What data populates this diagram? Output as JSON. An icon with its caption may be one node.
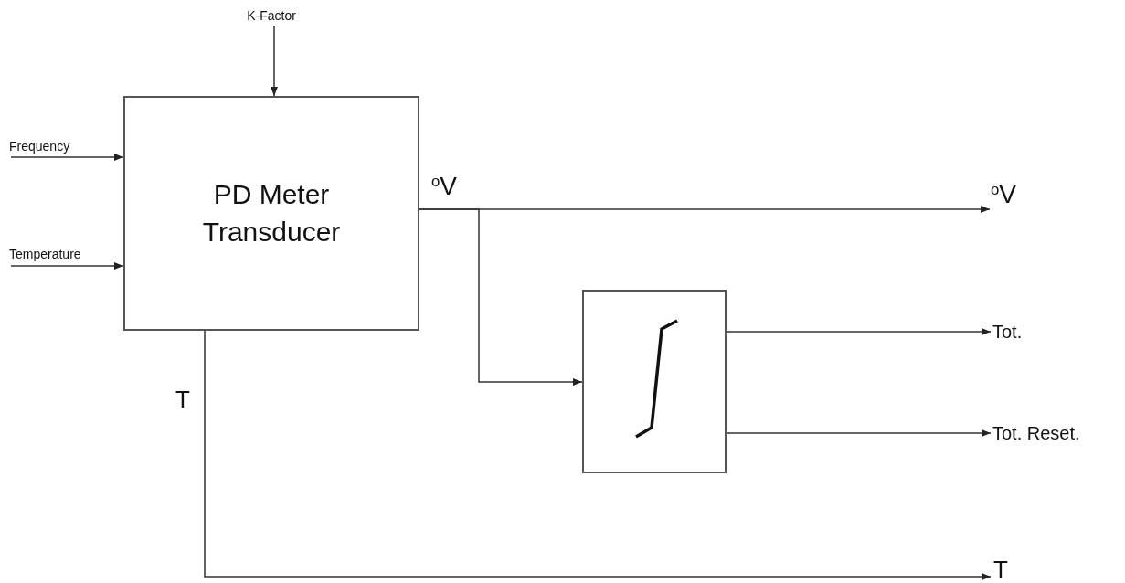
{
  "diagram": {
    "nodes": [
      {
        "text": [
          "K-Factor"
        ]
      },
      {
        "text": [
          "Frequency"
        ]
      },
      {
        "text": [
          "Temperature"
        ]
      },
      {
        "text": [
          "PD Meter Transducer"
        ]
      },
      {
        "text": [],
        "shape": "box"
      },
      {
        "text": [
          "$^{o}$V"
        ]
      },
      {
        "text": [
          "Tot."
        ]
      },
      {
        "text": [
          "Tot. Reset."
        ]
      },
      {
        "text": [
          "T"
        ]
      }
    ],
    "edges": [
      {
        "from": 0,
        "to": 3,
        "arrow": "to"
      },
      {
        "from": 1,
        "to": 3,
        "arrow": "to"
      },
      {
        "from": 2,
        "to": 3,
        "arrow": "to"
      },
      {
        "from": 3,
        "to": 5,
        "arrow": "to",
        "label": "$^{o}$V"
      },
      {
        "from": 3,
        "to": 4,
        "arrow": "to"
      },
      {
        "from": 4,
        "to": 6,
        "arrow": "to"
      },
      {
        "from": 4,
        "to": 7,
        "arrow": "to"
      },
      {
        "from": 3,
        "to": 8,
        "arrow": "to",
        "label": "T"
      }
    ]
  }
}
